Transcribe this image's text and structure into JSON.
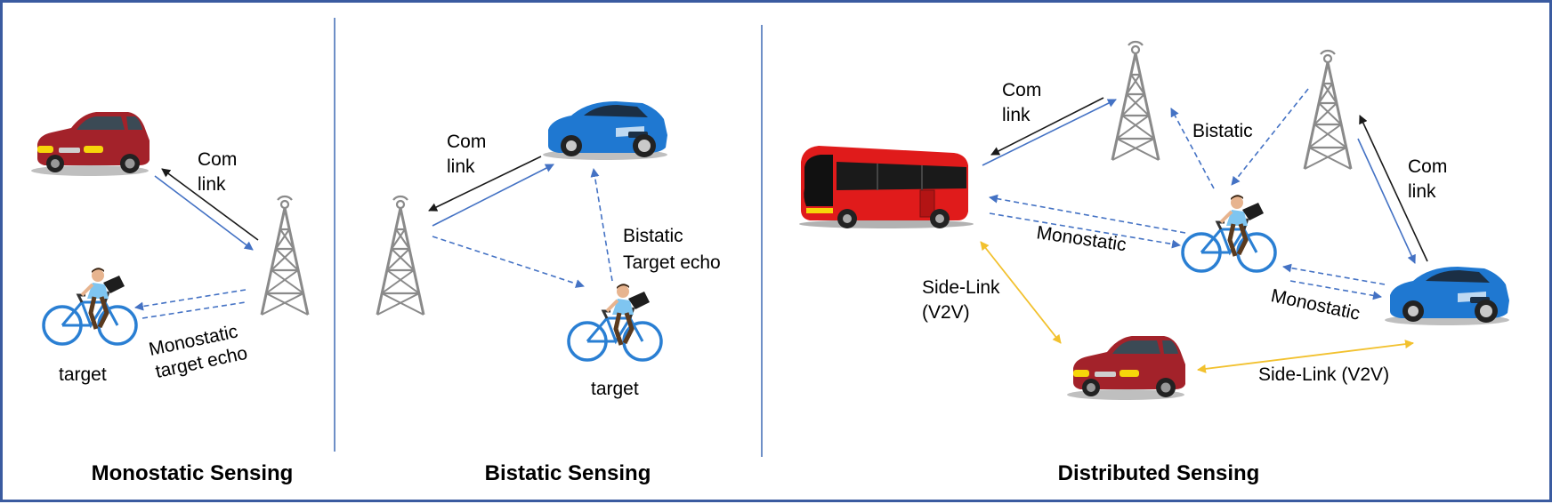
{
  "panels": [
    {
      "title": "Monostatic Sensing"
    },
    {
      "title": "Bistatic Sensing"
    },
    {
      "title": "Distributed Sensing"
    }
  ],
  "labels": {
    "mono_com_1": "Com",
    "mono_com_2": "link",
    "mono_echo_1": "Monostatic",
    "mono_echo_2": "target echo",
    "mono_target": "target",
    "bi_com_1": "Com",
    "bi_com_2": "link",
    "bi_echo_1": "Bistatic",
    "bi_echo_2": "Target echo",
    "bi_target": "target",
    "dist_com_left_1": "Com",
    "dist_com_left_2": "link",
    "dist_bistatic": "Bistatic",
    "dist_com_right_1": "Com",
    "dist_com_right_2": "link",
    "dist_mono_left": "Monostatic",
    "dist_mono_right": "Monostatic",
    "dist_sidelink_left_1": "Side-Link",
    "dist_sidelink_left_2": "(V2V)",
    "dist_sidelink_bottom": "Side-Link (V2V)"
  },
  "colors": {
    "frame": "#3a5ba0",
    "divider": "#6e8fc7",
    "com_dark": "#1a1a1a",
    "com_blue": "#4472c4",
    "sensing_blue": "#4472c4",
    "sidelink": "#f2c12e",
    "tower": "#8a8a8a",
    "car_red": "#a3222a",
    "car_blue": "#1f78d1",
    "bus_red": "#e01b1b"
  },
  "icons": [
    "cell-tower-icon",
    "red-car-icon",
    "blue-car-icon",
    "red-bus-icon",
    "cyclist-icon"
  ]
}
